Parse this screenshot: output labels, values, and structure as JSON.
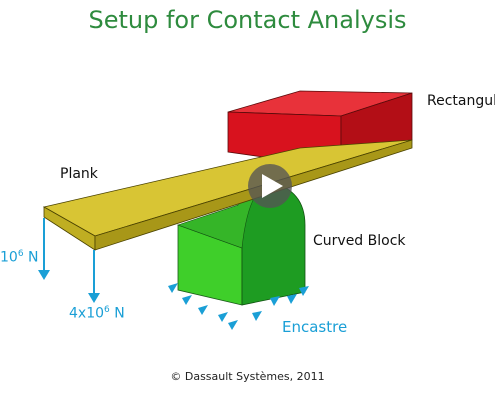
{
  "title": "Setup for Contact Analysis",
  "labels": {
    "rectangular": "Rectangul",
    "plank": "Plank",
    "curved_block": "Curved Block",
    "encastre": "Encastre"
  },
  "loads": {
    "left_prefix": "10",
    "left_exp": "6",
    "left_unit": " N",
    "right_prefix": "4x10",
    "right_exp": "6",
    "right_unit": " N"
  },
  "copyright": "© Dassault Systèmes, 2011",
  "colors": {
    "title": "#2e8b3e",
    "rect_front": "#d8121e",
    "plank": "#d8c534",
    "curved_front": "#3fcf2a",
    "curved_side": "#1e9c22",
    "load": "#1a9fd6"
  },
  "icons": {
    "play": "play-icon",
    "support": "triangle-support-icon"
  }
}
